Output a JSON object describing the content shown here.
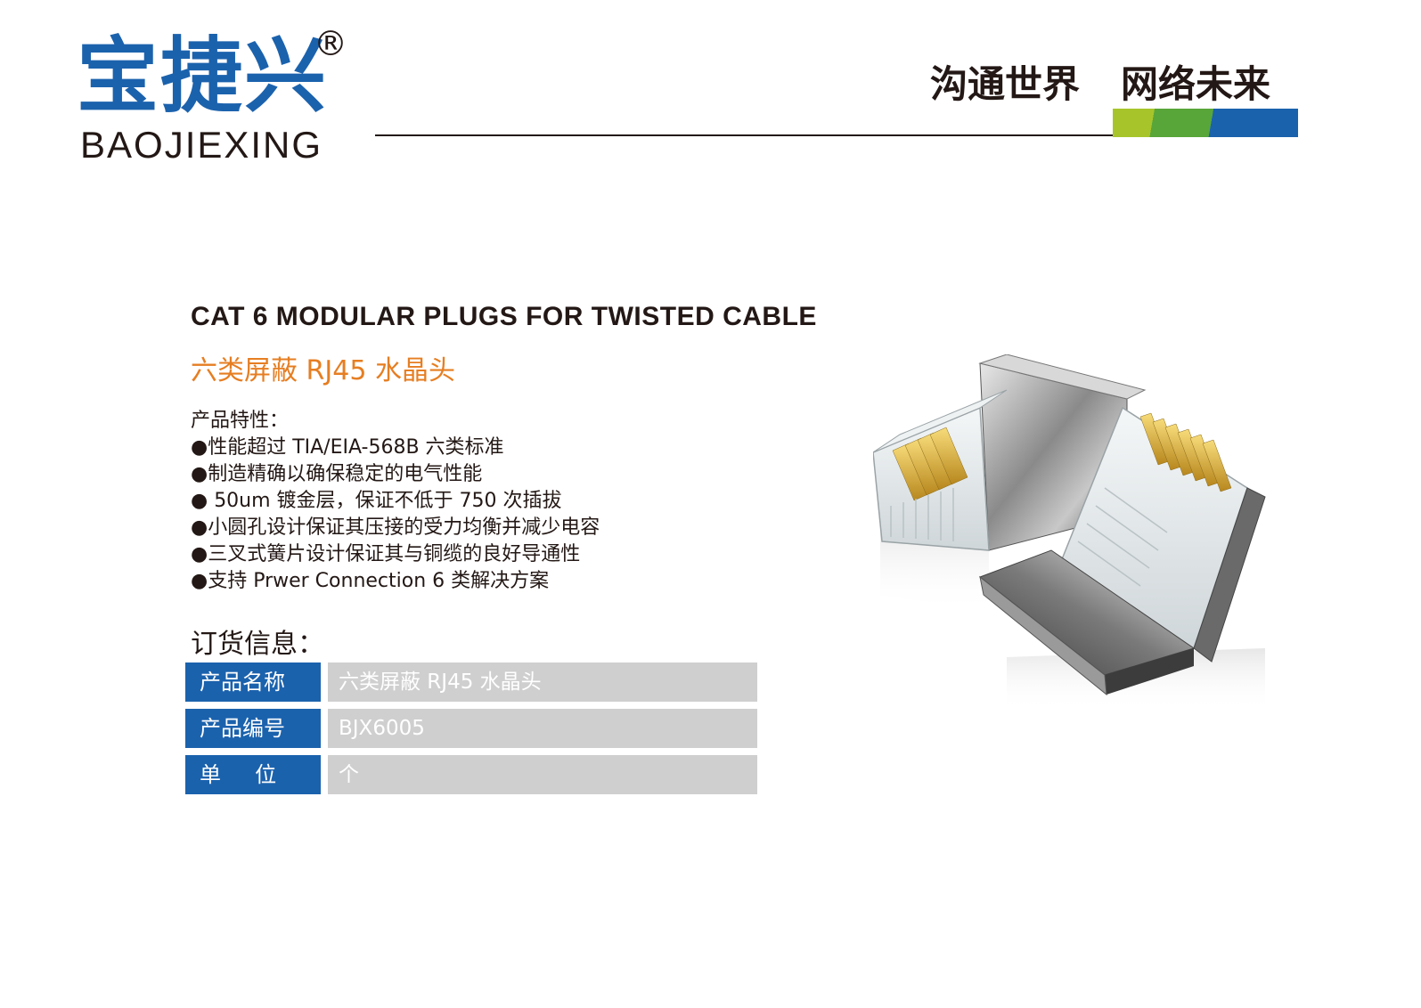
{
  "logo": {
    "cn": "宝捷兴",
    "reg": "®",
    "en": "BAOJIEXING"
  },
  "slogan": {
    "part1": "沟通世界",
    "part2": "网络未来"
  },
  "colors": {
    "brand_blue": "#1b62ad",
    "accent_orange": "#e67e22",
    "bar_lime": "#a7c52a",
    "bar_green": "#58a639",
    "cell_gray": "#cfcfcf"
  },
  "product": {
    "title_en": "CAT 6 MODULAR PLUGS FOR TWISTED CABLE",
    "title_cn": "六类屏蔽 RJ45 水晶头",
    "image_icon": "rj45-shielded-plug-icon"
  },
  "features": {
    "heading": "产品特性：",
    "items": [
      "●性能超过 TIA/EIA-568B 六类标准",
      "●制造精确以确保稳定的电气性能",
      "● 50um 镀金层，保证不低于 750 次插拔",
      "●小圆孔设计保证其压接的受力均衡并减少电容",
      "●三叉式簧片设计保证其与铜缆的良好导通性",
      "●支持 Prwer  Connection 6 类解决方案"
    ]
  },
  "order": {
    "title": "订货信息：",
    "rows": [
      {
        "label": "产品名称",
        "value": "六类屏蔽 RJ45 水晶头"
      },
      {
        "label": "产品编号",
        "value": "BJX6005"
      },
      {
        "label": "单     位",
        "value": "个"
      }
    ]
  }
}
